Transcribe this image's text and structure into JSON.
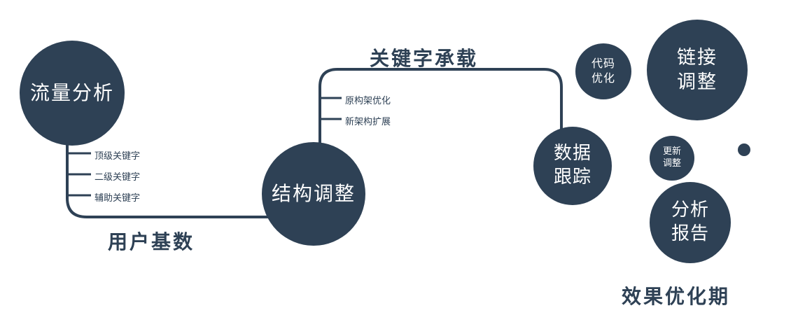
{
  "diagram": {
    "accent_color": "#2e4155",
    "text_on_node_color": "#ffffff",
    "nodes": {
      "traffic": {
        "line1": "流量分析"
      },
      "structure": {
        "line1": "结构调整"
      },
      "tracking": {
        "line1": "数据",
        "line2": "跟踪"
      },
      "code": {
        "line1": "代码",
        "line2": "优化"
      },
      "link": {
        "line1": "链接",
        "line2": "调整"
      },
      "update": {
        "line1": "更新",
        "line2": "调整"
      },
      "report": {
        "line1": "分析",
        "line2": "报告"
      }
    },
    "branches": {
      "left": [
        "顶级关键字",
        "二级关键字",
        "辅助关键字"
      ],
      "mid": [
        "原构架优化",
        "新架构扩展"
      ]
    },
    "edges": {
      "bottom": "用户基数",
      "top": "关键字承载"
    },
    "footer": "效果优化期"
  }
}
